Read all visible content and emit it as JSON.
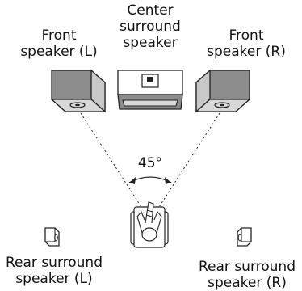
{
  "labels": {
    "center": [
      "Center",
      "surround",
      "speaker"
    ],
    "front_left": [
      "Front",
      "speaker (L)"
    ],
    "front_right": [
      "Front",
      "speaker (R)"
    ],
    "angle": "45°",
    "rear_left": [
      "Rear surround",
      "speaker (L)"
    ],
    "rear_right": [
      "Rear surround",
      "speaker (R)"
    ]
  },
  "colors": {
    "speaker_fill": "#8c8c8c",
    "speaker_side": "#c8c8c8",
    "line": "#222222"
  }
}
